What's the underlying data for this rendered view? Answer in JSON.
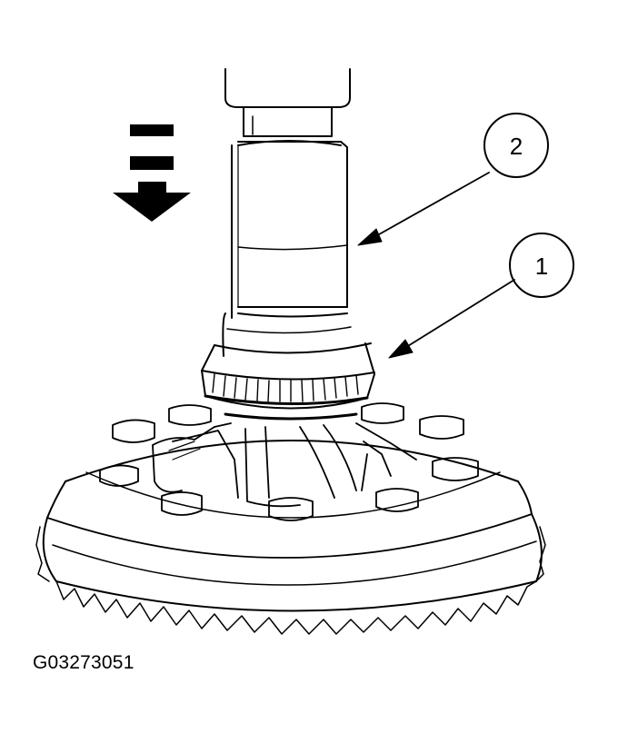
{
  "figure": {
    "id_code": "G03273051",
    "callouts": [
      {
        "number": "1",
        "target": "bearing-cone"
      },
      {
        "number": "2",
        "target": "installer-tool"
      }
    ],
    "direction_icon": "down-arrow-icon",
    "line_color": "#000000",
    "background": "#ffffff"
  }
}
